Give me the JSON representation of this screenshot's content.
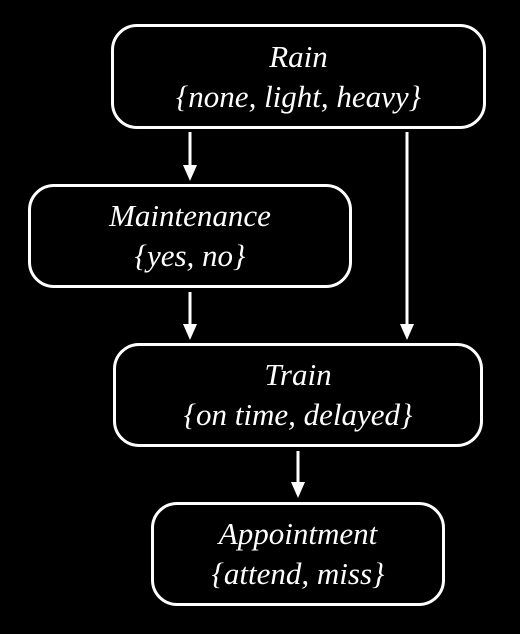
{
  "diagram": {
    "nodes": [
      {
        "id": "rain",
        "name": "Rain",
        "values": "{none, light, heavy}"
      },
      {
        "id": "maintenance",
        "name": "Maintenance",
        "values": "{yes, no}"
      },
      {
        "id": "train",
        "name": "Train",
        "values": "{on time, delayed}"
      },
      {
        "id": "appointment",
        "name": "Appointment",
        "values": "{attend, miss}"
      }
    ],
    "edges": [
      {
        "from": "rain",
        "to": "maintenance"
      },
      {
        "from": "rain",
        "to": "train"
      },
      {
        "from": "maintenance",
        "to": "train"
      },
      {
        "from": "train",
        "to": "appointment"
      }
    ],
    "colors": {
      "background": "#000000",
      "stroke": "#ffffff",
      "text": "#ffffff"
    }
  }
}
